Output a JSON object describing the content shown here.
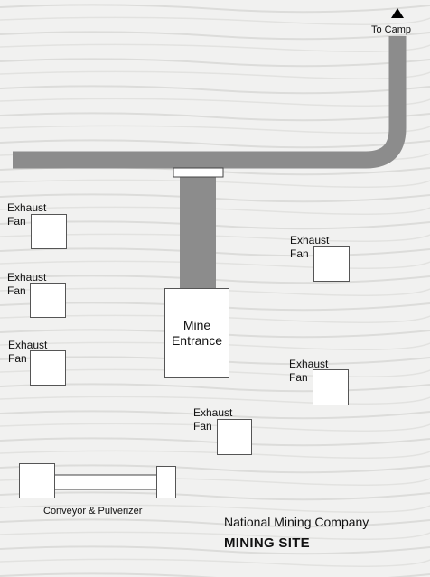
{
  "map": {
    "to_camp": "To Camp",
    "mine_entrance": "Mine\nEntrance",
    "exhaust_fan": "Exhaust\nFan",
    "conveyor": "Conveyor & Pulverizer",
    "company": "National Mining Company",
    "site": "MINING SITE",
    "colors": {
      "road": "#8c8c8c",
      "background": "#f1f1f0",
      "box_fill": "#ffffff"
    }
  }
}
